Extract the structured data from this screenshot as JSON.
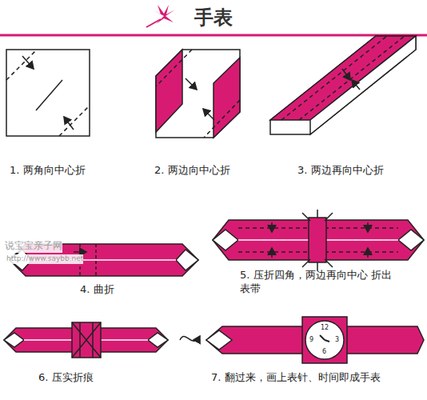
{
  "diagram": {
    "title": "手表",
    "labels": [
      "1. 两角向中心折",
      "2. 两边向中心折",
      "3. 两边再向中心折",
      "说宝宝亲子网",
      "http://www.saybb.net",
      "4. 曲折",
      "5. 压折四角，两边再向中心 折出表带",
      "6. 压实折痕",
      "7. 翻过来，画上表针、时间即成手表",
      "12",
      "3",
      "6",
      "9"
    ]
  }
}
